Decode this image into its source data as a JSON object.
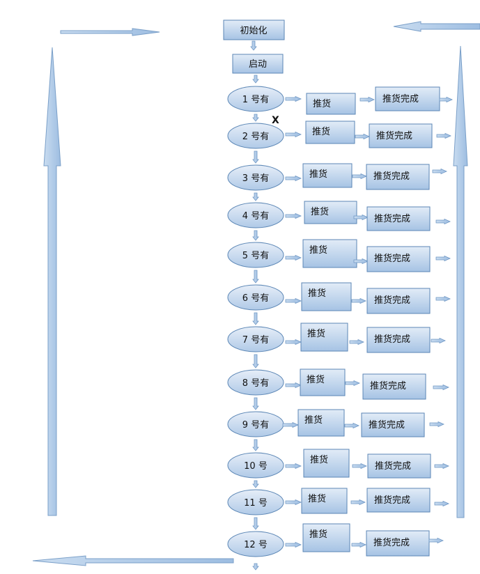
{
  "diagram": {
    "start": "初始化",
    "launch": "启动",
    "mark": "X",
    "push_label": "推货",
    "done_label": "推货完成",
    "slots": [
      "1 号有",
      "2 号有",
      "3 号有",
      "4 号有",
      "5 号有",
      "6 号有",
      "7 号有",
      "8 号有",
      "9 号有",
      "10 号",
      "11 号",
      "12 号"
    ]
  },
  "colors": {
    "box_fill_top": "#dfeaf6",
    "box_fill_bottom": "#a9c6e6",
    "stroke": "#5b86b5",
    "arrow_fill": "#b8d0ea"
  }
}
